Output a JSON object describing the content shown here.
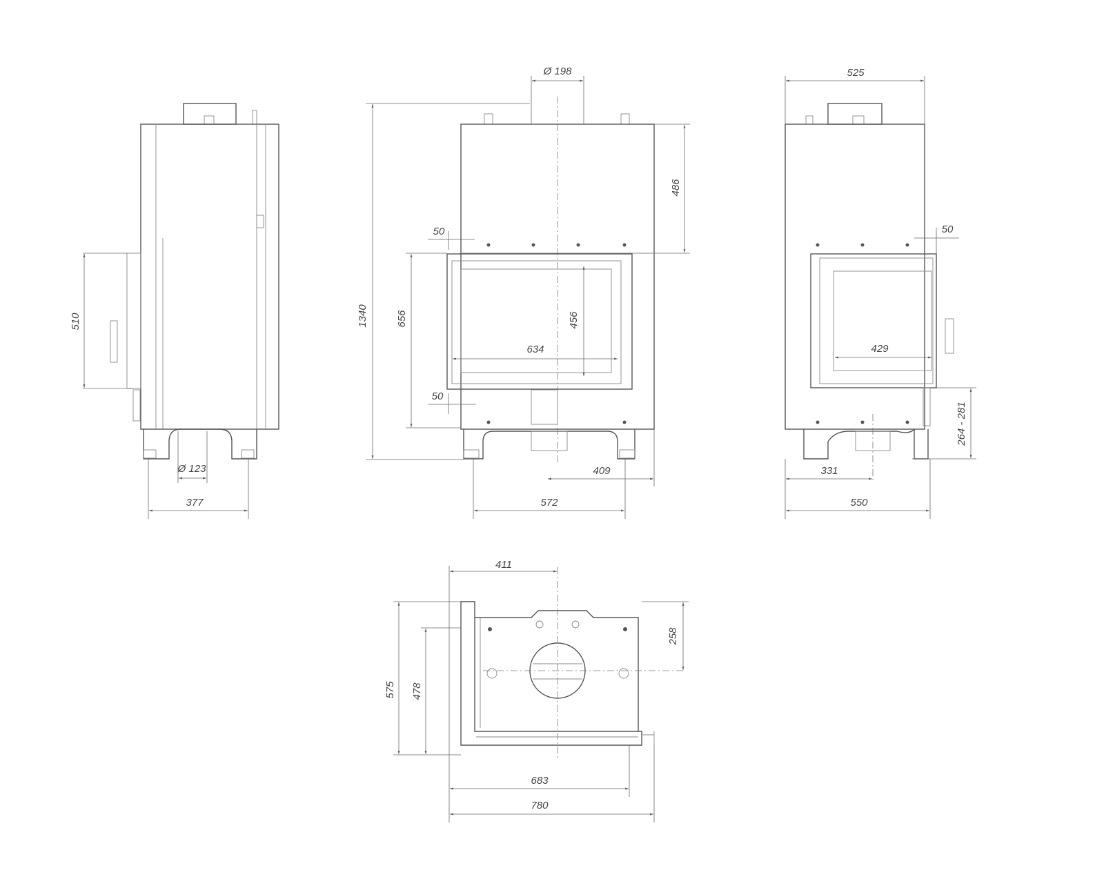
{
  "side_view": {
    "d510": "510",
    "d123": "Ø 123",
    "d377": "377"
  },
  "front_view": {
    "d198": "Ø 198",
    "d1340": "1340",
    "d486": "486",
    "d50_top": "50",
    "d656": "656",
    "d456": "456",
    "d634": "634",
    "d50_bottom": "50",
    "d409": "409",
    "d572": "572"
  },
  "right_view": {
    "d525": "525",
    "d50": "50",
    "d429": "429",
    "d264_281": "264 - 281",
    "d331": "331",
    "d550": "550"
  },
  "plan_view": {
    "d411": "411",
    "d258": "258",
    "d575": "575",
    "d478": "478",
    "d683": "683",
    "d780": "780"
  }
}
